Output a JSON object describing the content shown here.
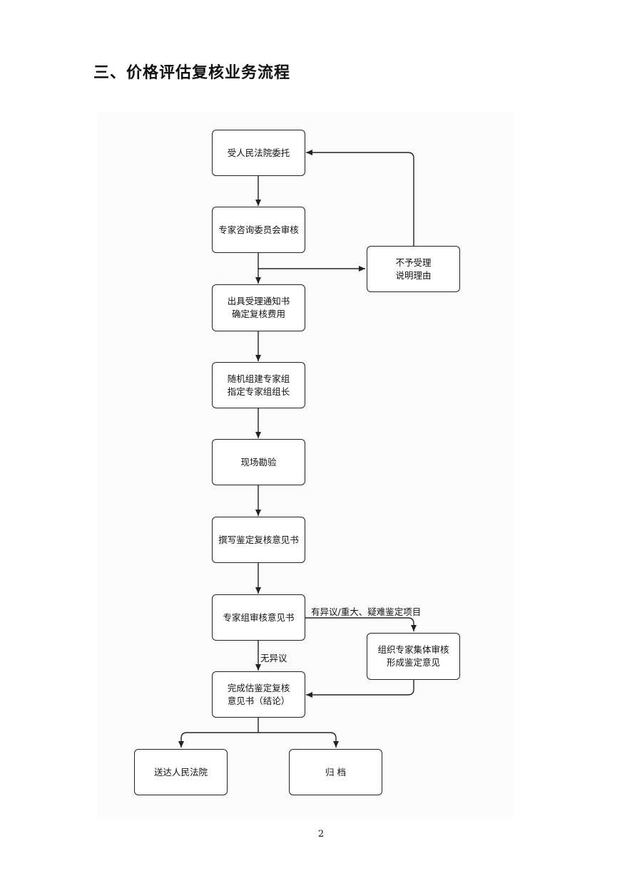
{
  "title": "三、价格评估复核业务流程",
  "flow": {
    "nodes": {
      "entrust": "受人民法院委托",
      "committee_review": "专家咨询委员会审核",
      "reject": "不予受理\n说明理由",
      "notice": "出具受理通知书\n确定复核费用",
      "random_group": "随机组建专家组\n指定专家组组长",
      "site_survey": "现场勘验",
      "draft_opinion": "撰写鉴定复核意见书",
      "group_review": "专家组审核意见书",
      "collective_review": "组织专家集体审核\n形成鉴定意见",
      "complete": "完成估鉴定复核\n意见书（结论）",
      "deliver_court": "送达人民法院",
      "archive": "归 档"
    },
    "edge_labels": {
      "objection": "有异议/重大、疑难鉴定项目",
      "no_objection": "无异议"
    }
  },
  "page_number": "2"
}
